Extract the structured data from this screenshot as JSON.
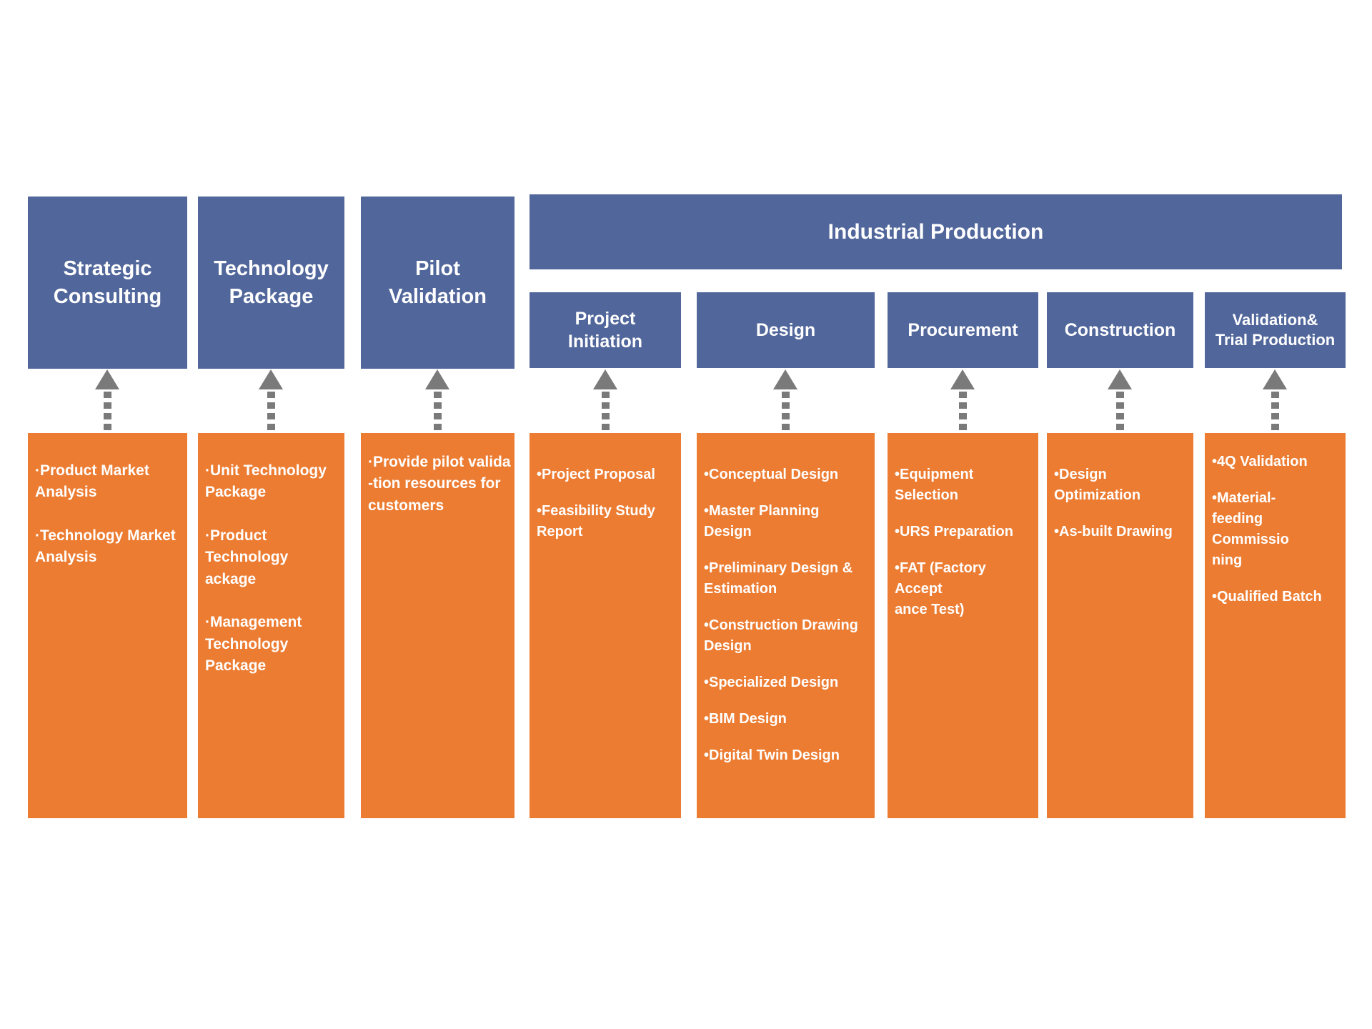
{
  "colors": {
    "header_blue": "#51669B",
    "detail_orange": "#EC7C32",
    "arrow_gray": "#7A7A7A",
    "text": "#FFFFFF"
  },
  "industrial_production": {
    "title": "Industrial Production"
  },
  "columns": [
    {
      "id": "strategic-consulting",
      "title": "Strategic\nConsulting",
      "items": [
        "·Product Market\nAnalysis",
        "·Technology Market\nAnalysis"
      ]
    },
    {
      "id": "technology-package",
      "title": "Technology\nPackage",
      "items": [
        "·Unit Technology\nPackage",
        "·Product Technology\nackage",
        "·Management\nTechnology Package"
      ]
    },
    {
      "id": "pilot-validation",
      "title": "Pilot\nValidation",
      "items": [
        "·Provide pilot valida\n-tion resources for\ncustomers"
      ]
    },
    {
      "id": "project-initiation",
      "title": "Project\nInitiation",
      "items": [
        "•Project Proposal",
        "•Feasibility Study\nReport"
      ]
    },
    {
      "id": "design",
      "title": "Design",
      "items": [
        "•Conceptual Design",
        "•Master Planning\nDesign",
        "•Preliminary Design &\nEstimation",
        "•Construction Drawing\nDesign",
        "•Specialized Design",
        "•BIM Design",
        "•Digital Twin Design"
      ]
    },
    {
      "id": "procurement",
      "title": "Procurement",
      "items": [
        "•Equipment Selection",
        "•URS Preparation",
        "•FAT (Factory Accept\nance Test)"
      ]
    },
    {
      "id": "construction",
      "title": "Construction",
      "items": [
        "•Design Optimization",
        "•As-built Drawing"
      ]
    },
    {
      "id": "validation-trial-production",
      "title": "Validation&\nTrial Production",
      "items": [
        "•4Q Validation",
        "•Material-\nfeeding Commissio\nning",
        "•Qualified Batch"
      ]
    }
  ]
}
